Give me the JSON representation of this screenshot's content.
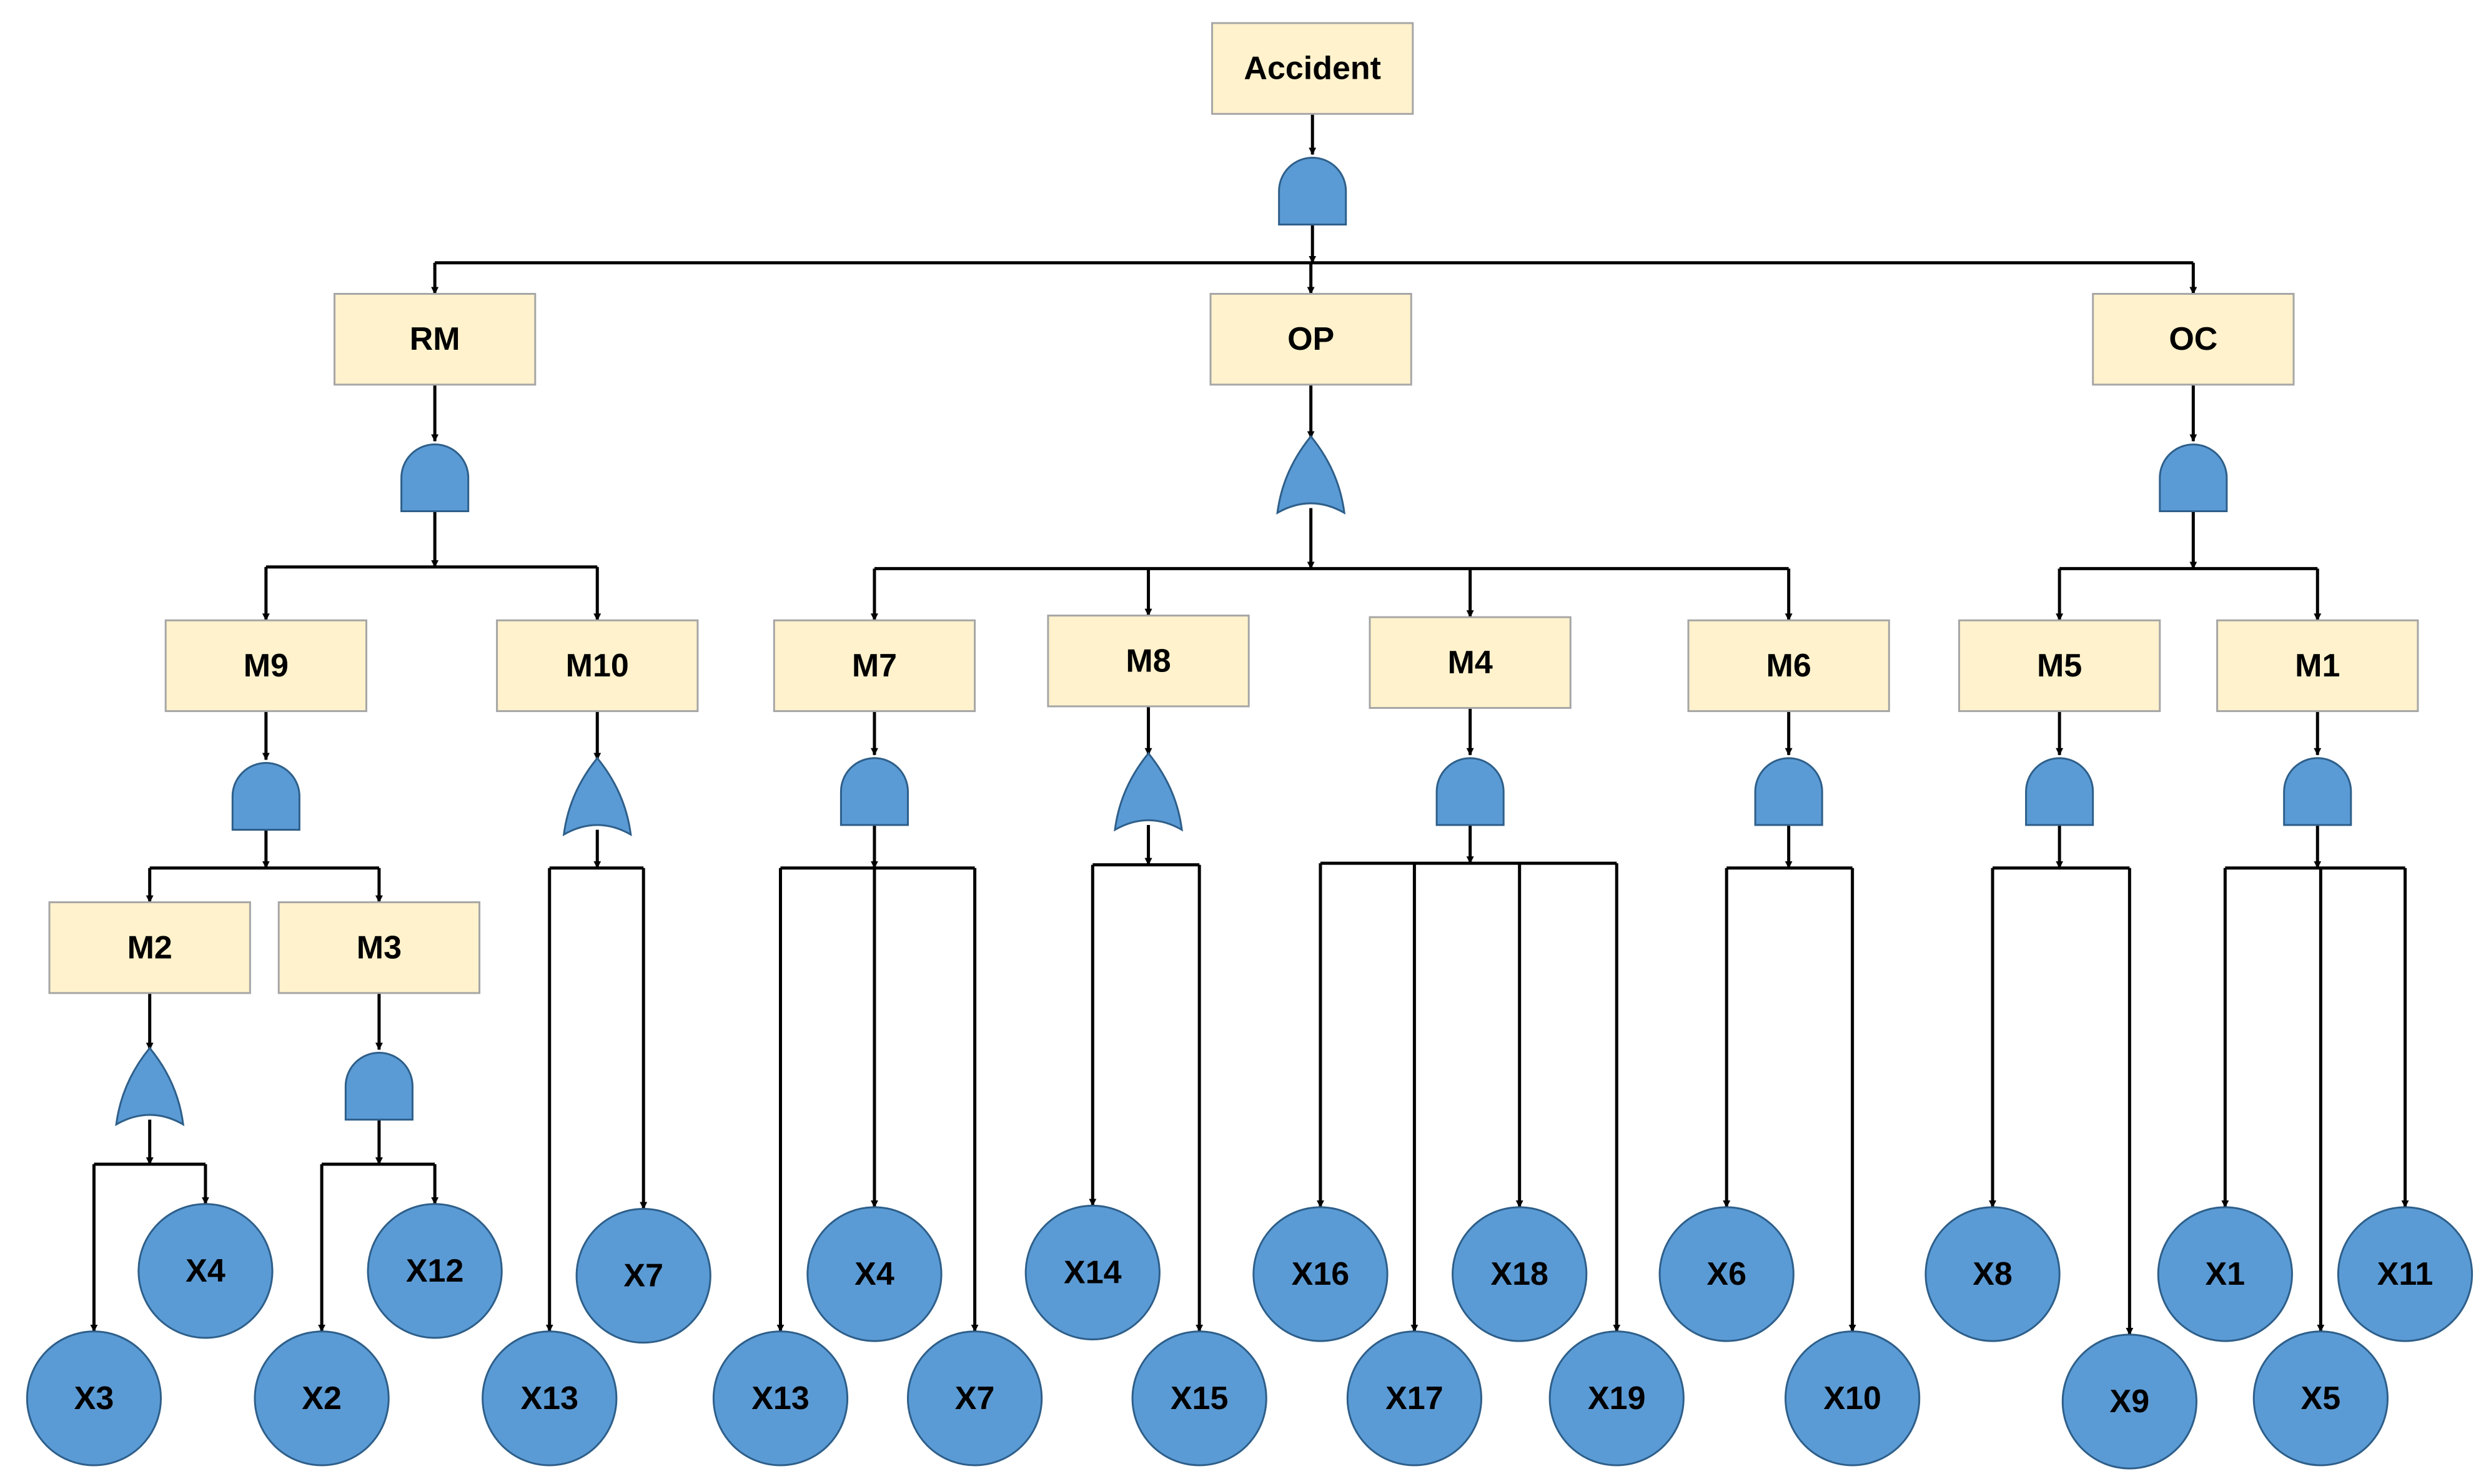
{
  "diagram": {
    "type": "fault-tree",
    "colors": {
      "event_fill": "#FFF2CC",
      "event_stroke": "#A6A6A6",
      "gate_fill": "#5B9BD5",
      "gate_stroke": "#2E5F8A",
      "basic_fill": "#5B9BD5",
      "basic_stroke": "#2E5F8A",
      "line": "#000000",
      "text": "#000000"
    },
    "events": [
      {
        "id": "accident",
        "label": "Accident"
      },
      {
        "id": "rm",
        "label": "RM"
      },
      {
        "id": "op",
        "label": "OP"
      },
      {
        "id": "oc",
        "label": "OC"
      },
      {
        "id": "m9",
        "label": "M9"
      },
      {
        "id": "m10",
        "label": "M10"
      },
      {
        "id": "m7",
        "label": "M7"
      },
      {
        "id": "m8",
        "label": "M8"
      },
      {
        "id": "m4",
        "label": "M4"
      },
      {
        "id": "m6",
        "label": "M6"
      },
      {
        "id": "m5",
        "label": "M5"
      },
      {
        "id": "m1",
        "label": "M1"
      },
      {
        "id": "m2",
        "label": "M2"
      },
      {
        "id": "m3",
        "label": "M3"
      }
    ],
    "gates": [
      {
        "id": "g-accident",
        "kind": "and",
        "output": "accident",
        "inputs": [
          "rm",
          "op",
          "oc"
        ]
      },
      {
        "id": "g-rm",
        "kind": "and",
        "output": "rm",
        "inputs": [
          "m9",
          "m10"
        ]
      },
      {
        "id": "g-op",
        "kind": "or",
        "output": "op",
        "inputs": [
          "m7",
          "m8",
          "m4",
          "m6"
        ]
      },
      {
        "id": "g-oc",
        "kind": "and",
        "output": "oc",
        "inputs": [
          "m5",
          "m1"
        ]
      },
      {
        "id": "g-m9",
        "kind": "and",
        "output": "m9",
        "inputs": [
          "m2",
          "m3"
        ]
      },
      {
        "id": "g-m10",
        "kind": "or",
        "output": "m10",
        "inputs": [
          "x13a",
          "x7a"
        ]
      },
      {
        "id": "g-m7",
        "kind": "and",
        "output": "m7",
        "inputs": [
          "x13b",
          "x4b",
          "x7b"
        ]
      },
      {
        "id": "g-m8",
        "kind": "or",
        "output": "m8",
        "inputs": [
          "x14",
          "x15"
        ]
      },
      {
        "id": "g-m4",
        "kind": "and",
        "output": "m4",
        "inputs": [
          "x16",
          "x17",
          "x18",
          "x19"
        ]
      },
      {
        "id": "g-m6",
        "kind": "and",
        "output": "m6",
        "inputs": [
          "x6",
          "x10"
        ]
      },
      {
        "id": "g-m5",
        "kind": "and",
        "output": "m5",
        "inputs": [
          "x8",
          "x9"
        ]
      },
      {
        "id": "g-m1",
        "kind": "and",
        "output": "m1",
        "inputs": [
          "x1",
          "x5",
          "x11"
        ]
      },
      {
        "id": "g-m2",
        "kind": "or",
        "output": "m2",
        "inputs": [
          "x3",
          "x4a"
        ]
      },
      {
        "id": "g-m3",
        "kind": "and",
        "output": "m3",
        "inputs": [
          "x2",
          "x12"
        ]
      }
    ],
    "basic_events": [
      {
        "id": "x3",
        "label": "X3"
      },
      {
        "id": "x4a",
        "label": "X4"
      },
      {
        "id": "x2",
        "label": "X2"
      },
      {
        "id": "x12",
        "label": "X12"
      },
      {
        "id": "x13a",
        "label": "X13"
      },
      {
        "id": "x7a",
        "label": "X7"
      },
      {
        "id": "x13b",
        "label": "X13"
      },
      {
        "id": "x4b",
        "label": "X4"
      },
      {
        "id": "x7b",
        "label": "X7"
      },
      {
        "id": "x14",
        "label": "X14"
      },
      {
        "id": "x15",
        "label": "X15"
      },
      {
        "id": "x16",
        "label": "X16"
      },
      {
        "id": "x17",
        "label": "X17"
      },
      {
        "id": "x18",
        "label": "X18"
      },
      {
        "id": "x19",
        "label": "X19"
      },
      {
        "id": "x6",
        "label": "X6"
      },
      {
        "id": "x10",
        "label": "X10"
      },
      {
        "id": "x8",
        "label": "X8"
      },
      {
        "id": "x9",
        "label": "X9"
      },
      {
        "id": "x1",
        "label": "X1"
      },
      {
        "id": "x5",
        "label": "X5"
      },
      {
        "id": "x11",
        "label": "X11"
      }
    ]
  }
}
